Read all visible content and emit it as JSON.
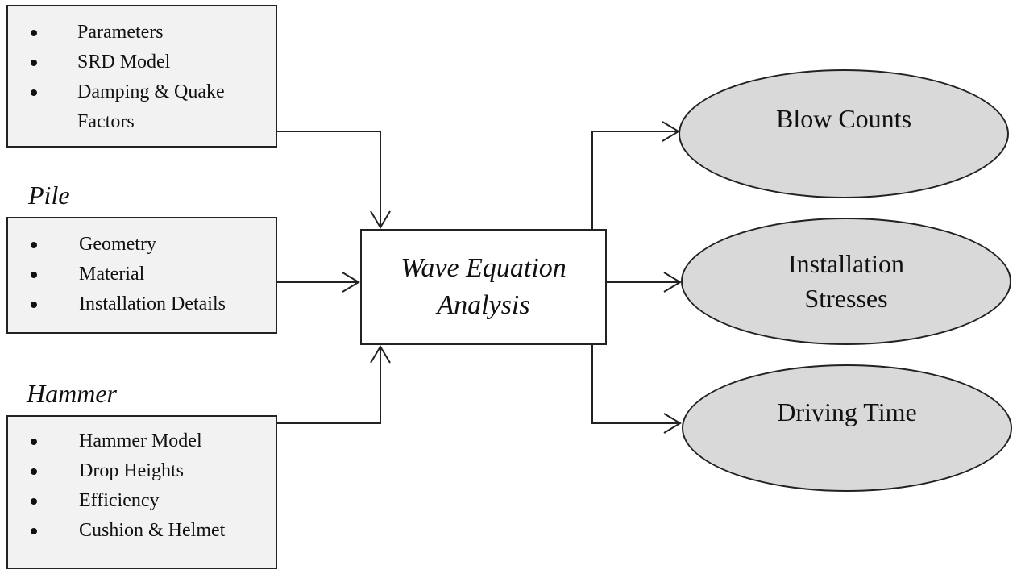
{
  "soil_box": {
    "items": [
      {
        "lines": [
          "Parameters"
        ]
      },
      {
        "lines": [
          "SRD Model"
        ]
      },
      {
        "lines": [
          "Damping & Quake",
          "Factors"
        ]
      }
    ]
  },
  "pile": {
    "label": "Pile",
    "items": [
      {
        "lines": [
          "Geometry"
        ]
      },
      {
        "lines": [
          "Material"
        ]
      },
      {
        "lines": [
          "Installation Details"
        ]
      }
    ]
  },
  "hammer": {
    "label": "Hammer",
    "items": [
      {
        "lines": [
          "Hammer Model"
        ]
      },
      {
        "lines": [
          "Drop Heights"
        ]
      },
      {
        "lines": [
          "Efficiency"
        ]
      },
      {
        "lines": [
          "Cushion & Helmet"
        ]
      }
    ]
  },
  "analysis": {
    "line1": "Wave Equation",
    "line2": "Analysis"
  },
  "outputs": {
    "blow_counts": [
      "Blow Counts"
    ],
    "installation_stresses": [
      "Installation",
      "Stresses"
    ],
    "driving_time": [
      "Driving Time"
    ]
  },
  "colors": {
    "box_fill": "#f2f2f2",
    "ellipse_fill": "#d9d9d9",
    "stroke": "#222222"
  }
}
